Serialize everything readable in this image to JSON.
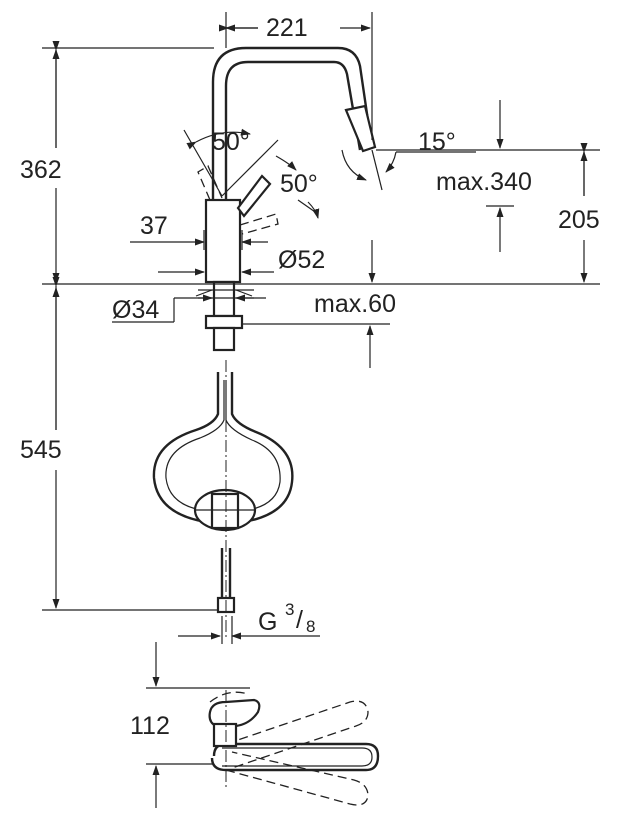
{
  "dimensions": {
    "top_width": "221",
    "total_height_upper": "362",
    "angle_spout_left": "50°",
    "angle_handle": "50°",
    "angle_spout_tilt": "15°",
    "max_spout_height": "max.340",
    "spout_clearance": "205",
    "handle_offset": "37",
    "body_diameter": "Ø52",
    "mount_diameter": "Ø34",
    "max_deck_thickness": "max.60",
    "hose_length": "545",
    "connection_thread_prefix": "G",
    "connection_thread_numerator": "3",
    "connection_thread_denominator": "8",
    "plan_depth": "112"
  }
}
